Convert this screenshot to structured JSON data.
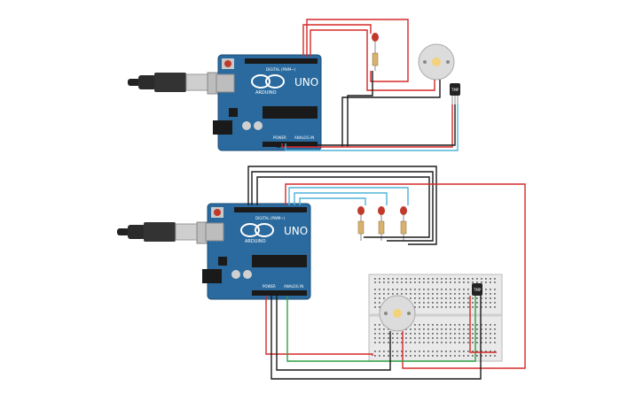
{
  "boards": [
    {
      "logo": "UNO",
      "brand": "ARDUINO",
      "power_label": "POWER",
      "analog_label": "ANALOG IN",
      "digital_label": "DIGITAL (PWM~)"
    },
    {
      "logo": "UNO",
      "brand": "ARDUINO",
      "power_label": "POWER",
      "analog_label": "ANALOG IN",
      "digital_label": "DIGITAL (PWM~)"
    }
  ],
  "sensors": [
    {
      "label": "TMP"
    },
    {
      "label": "TMP"
    }
  ],
  "colors": {
    "board": "#2a6a9e",
    "board_edge": "#1d4f78",
    "wire_red": "#d62828",
    "wire_black": "#1a1a1a",
    "wire_cyan": "#4fb3d9",
    "wire_green": "#2ea043",
    "led": "#c0392b",
    "breadboard": "#e9e9e9",
    "motor": "#dcdcdc",
    "motor_center": "#f3d27a"
  }
}
